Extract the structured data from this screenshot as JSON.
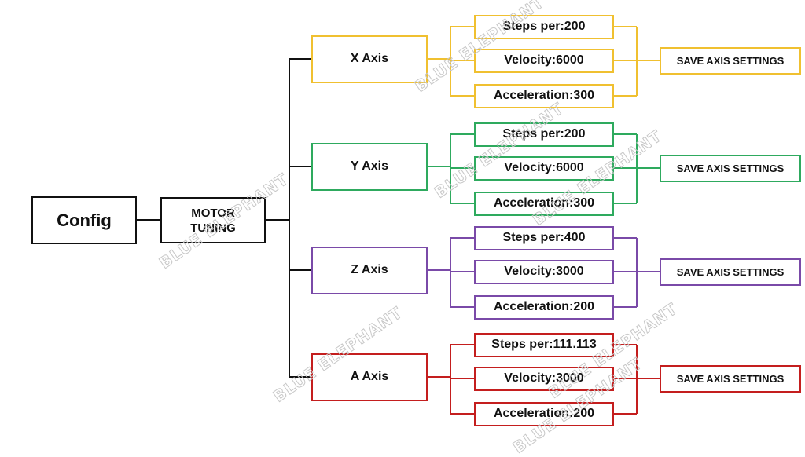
{
  "root": {
    "label": "Config"
  },
  "tuning": {
    "label_line1": "MOTOR",
    "label_line2": "TUNING"
  },
  "watermark": "BLUE ELEPHANT",
  "axes": [
    {
      "label": "X Axis",
      "color": "#f0c030",
      "params": [
        "Steps per:200",
        "Velocity:6000",
        "Acceleration:300"
      ],
      "save": "SAVE AXIS SETTINGS"
    },
    {
      "label": "Y Axis",
      "color": "#2eaa5e",
      "params": [
        "Steps per:200",
        "Velocity:6000",
        "Acceleration:300"
      ],
      "save": "SAVE AXIS SETTINGS"
    },
    {
      "label": "Z Axis",
      "color": "#7a4aa8",
      "params": [
        "Steps per:400",
        "Velocity:3000",
        "Acceleration:200"
      ],
      "save": "SAVE AXIS SETTINGS"
    },
    {
      "label": "A Axis",
      "color": "#c41e1e",
      "params": [
        "Steps per:111.113",
        "Velocity:3000",
        "Acceleration:200"
      ],
      "save": "SAVE AXIS SETTINGS"
    }
  ]
}
